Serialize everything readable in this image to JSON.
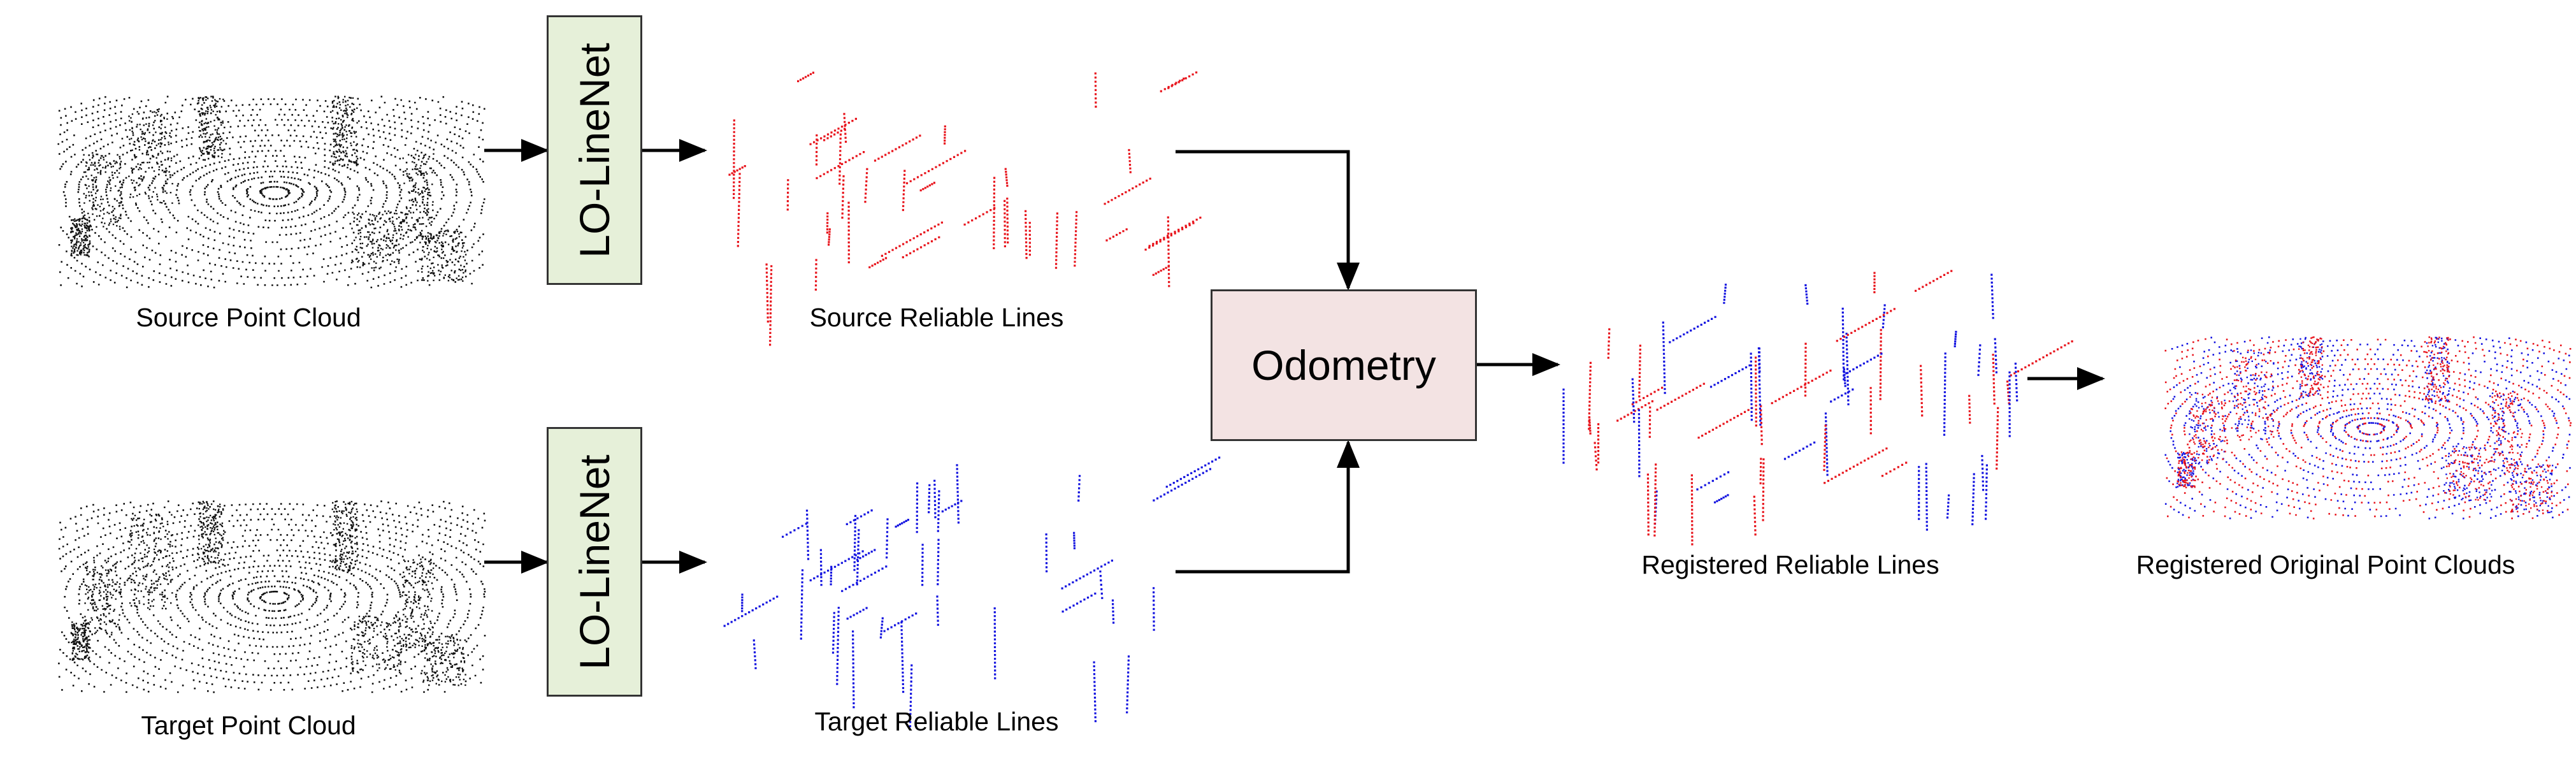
{
  "captions": {
    "source_point_cloud": "Source Point Cloud",
    "target_point_cloud": "Target Point Cloud",
    "source_reliable_lines": "Source Reliable Lines",
    "target_reliable_lines": "Target Reliable Lines",
    "registered_reliable_lines": "Registered Reliable Lines",
    "registered_original_point_clouds": "Registered Original Point Clouds"
  },
  "blocks": {
    "net_top": "LO-LineNet",
    "net_bottom": "LO-LineNet",
    "odometry": "Odometry"
  },
  "colors": {
    "source": "#e8141c",
    "target": "#1414e0",
    "cloud": "#111111",
    "net_fill": "#e6f0d9",
    "odometry_fill": "#f3e3e3"
  }
}
